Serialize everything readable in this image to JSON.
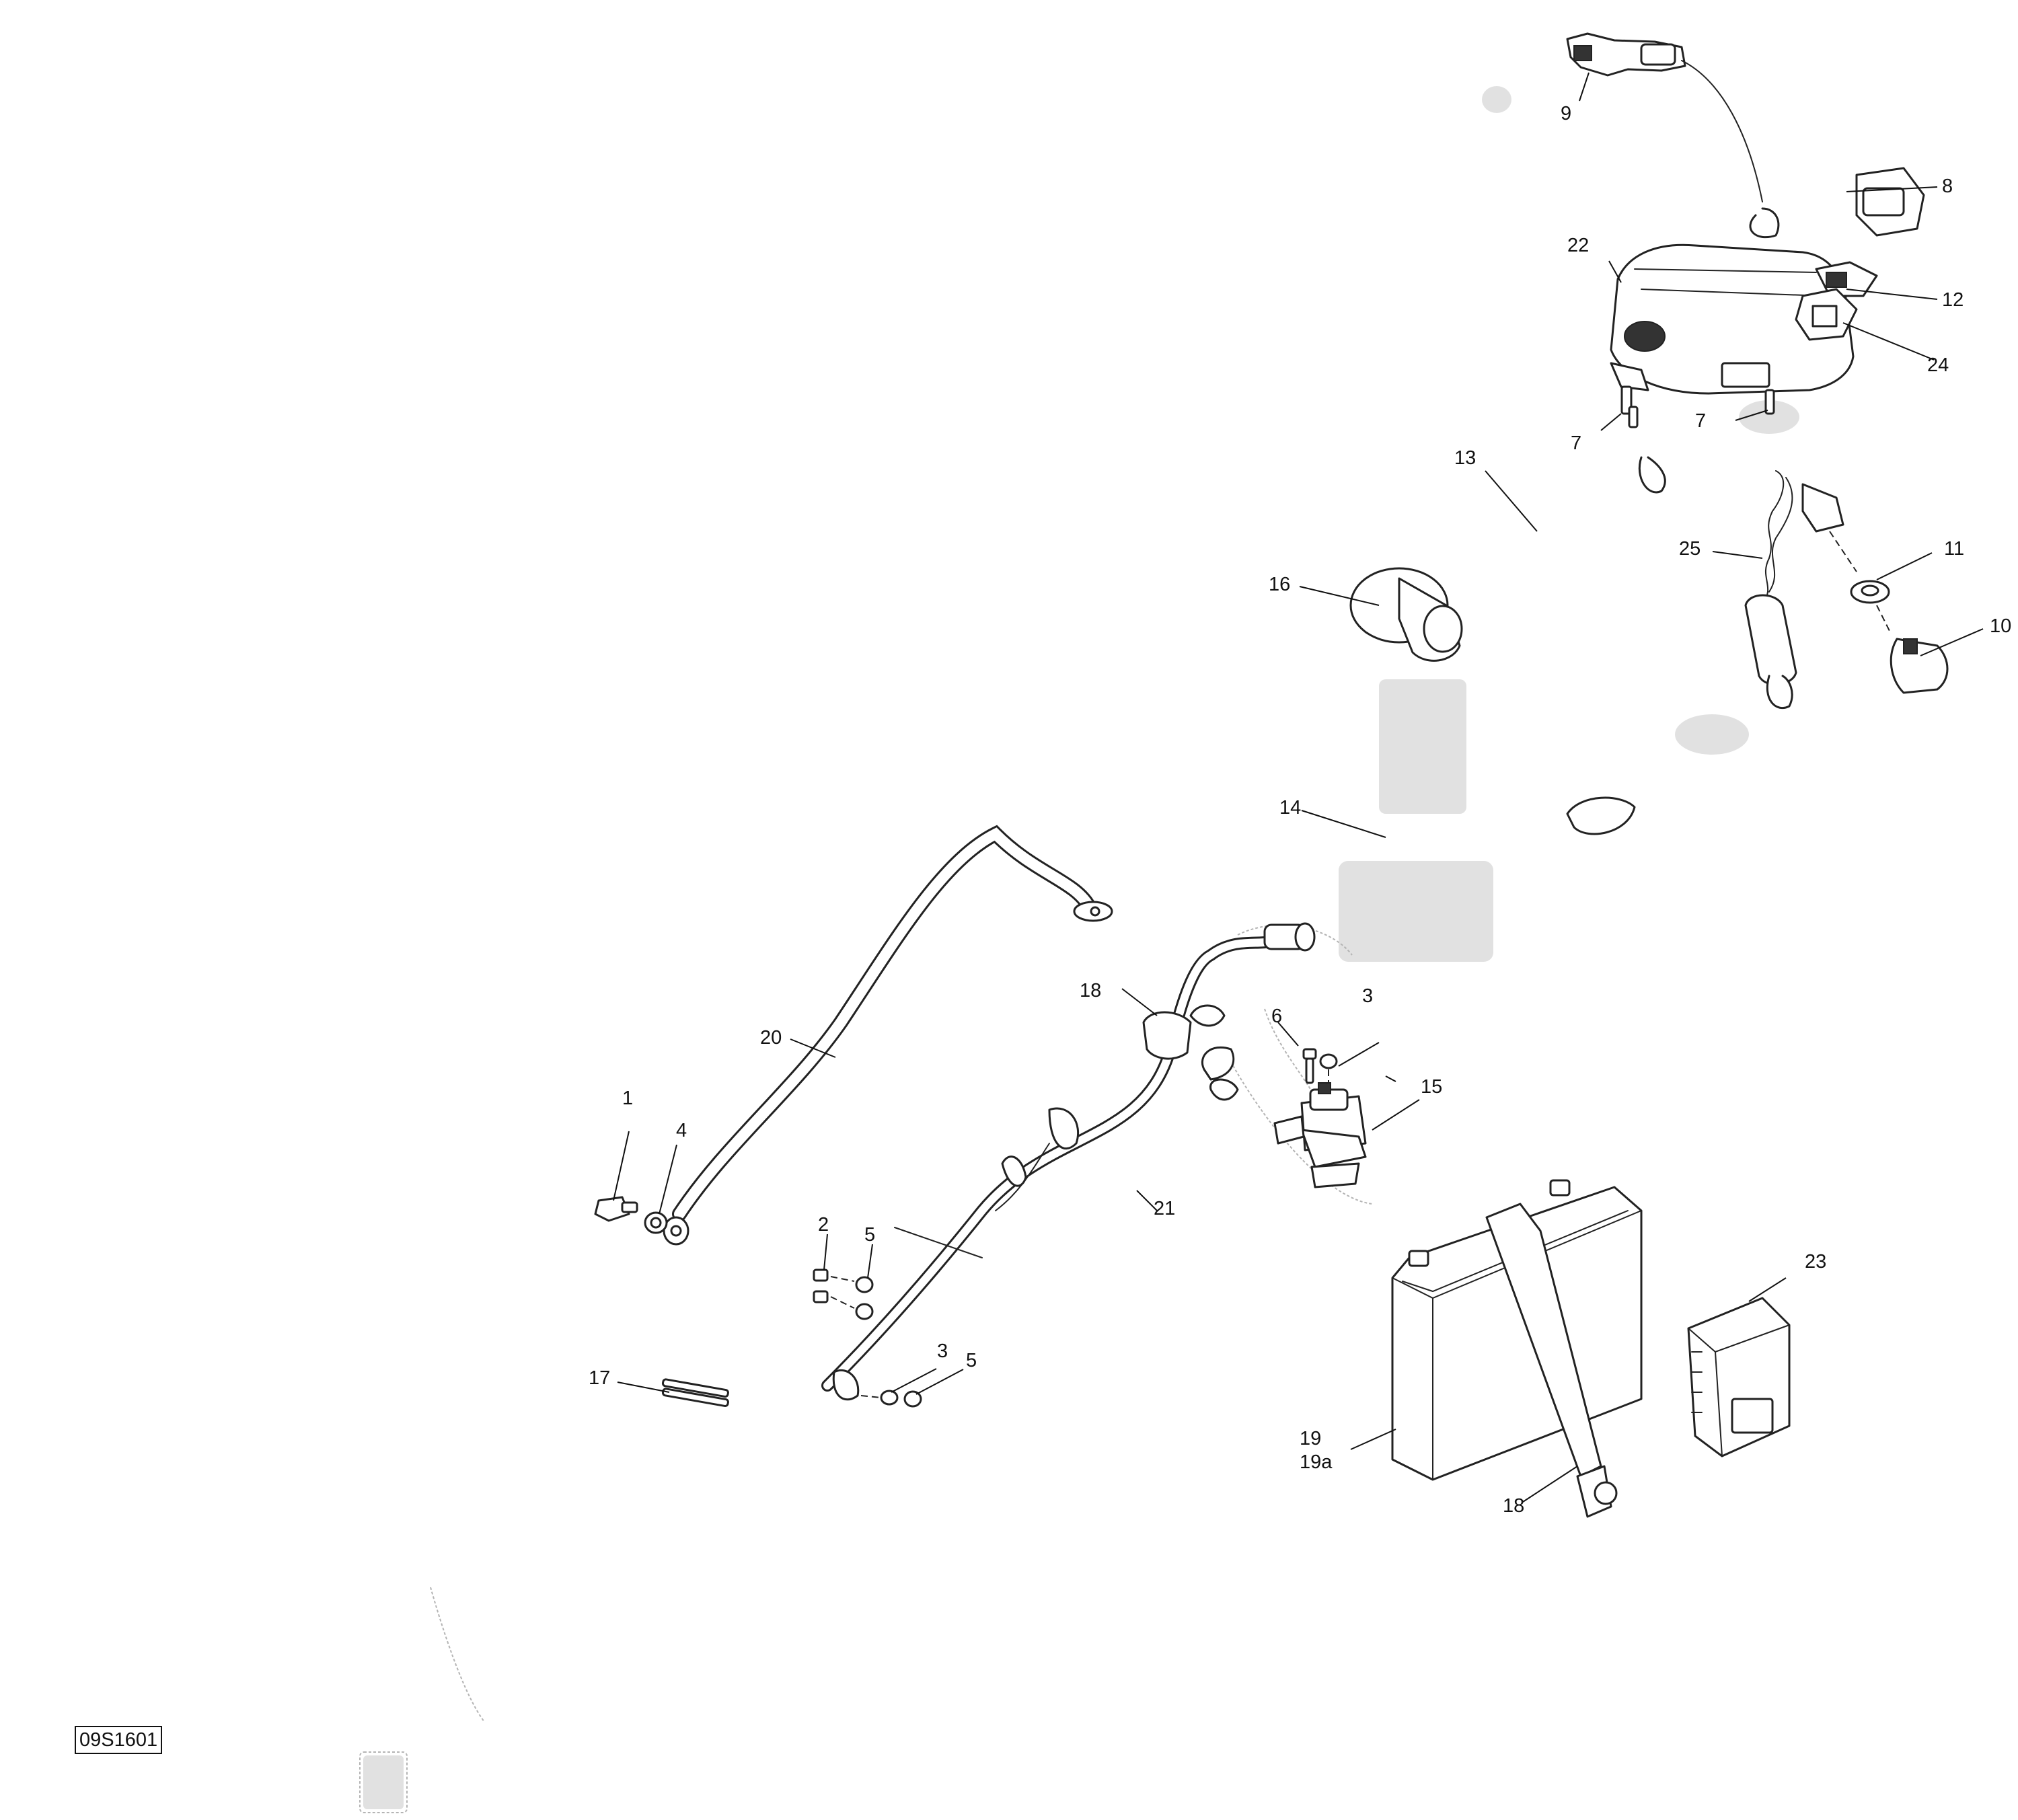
{
  "reference_code": "09S1601",
  "callouts": [
    {
      "id": "c1",
      "text": "1"
    },
    {
      "id": "c2",
      "text": "2"
    },
    {
      "id": "c3a",
      "text": "3"
    },
    {
      "id": "c3b",
      "text": "3"
    },
    {
      "id": "c4",
      "text": "4"
    },
    {
      "id": "c5a",
      "text": "5"
    },
    {
      "id": "c5b",
      "text": "5"
    },
    {
      "id": "c6",
      "text": "6"
    },
    {
      "id": "c7a",
      "text": "7"
    },
    {
      "id": "c7b",
      "text": "7"
    },
    {
      "id": "c8",
      "text": "8"
    },
    {
      "id": "c9",
      "text": "9"
    },
    {
      "id": "c10",
      "text": "10"
    },
    {
      "id": "c11",
      "text": "11"
    },
    {
      "id": "c12",
      "text": "12"
    },
    {
      "id": "c13",
      "text": "13"
    },
    {
      "id": "c14",
      "text": "14"
    },
    {
      "id": "c15",
      "text": "15"
    },
    {
      "id": "c16",
      "text": "16"
    },
    {
      "id": "c17",
      "text": "17"
    },
    {
      "id": "c18a",
      "text": "18"
    },
    {
      "id": "c18b",
      "text": "18"
    },
    {
      "id": "c19",
      "text": "19"
    },
    {
      "id": "c19a",
      "text": "19a"
    },
    {
      "id": "c20",
      "text": "20"
    },
    {
      "id": "c21",
      "text": "21"
    },
    {
      "id": "c22",
      "text": "22"
    },
    {
      "id": "c23",
      "text": "23"
    },
    {
      "id": "c24",
      "text": "24"
    },
    {
      "id": "c25",
      "text": "25"
    }
  ]
}
